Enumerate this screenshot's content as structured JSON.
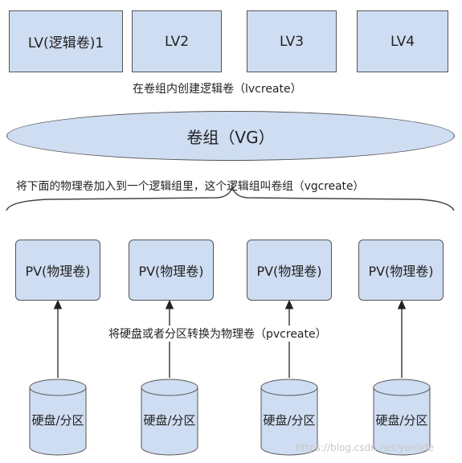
{
  "lv_boxes": [
    "LV(逻辑卷)1",
    "LV2",
    "LV3",
    "LV4"
  ],
  "lvcreate_caption": "在卷组内创建逻辑卷（lvcreate）",
  "vg_label": "卷组（VG）",
  "vgcreate_caption": "将下面的物理卷加入到一个逻辑组里，这个逻辑组叫卷组（vgcreate）",
  "pv_boxes": [
    "PV(物理卷)",
    "PV(物理卷)",
    "PV(物理卷)",
    "PV(物理卷)"
  ],
  "pvcreate_caption": "将硬盘或者分区转换为物理卷（pvcreate）",
  "disks": [
    "硬盘/分区",
    "硬盘/分区",
    "硬盘/分区",
    "硬盘/分区"
  ],
  "watermark": "https://blog.csdn.net/yanlide",
  "colors": {
    "fill": "#cfddf2",
    "stroke": "#555555"
  }
}
